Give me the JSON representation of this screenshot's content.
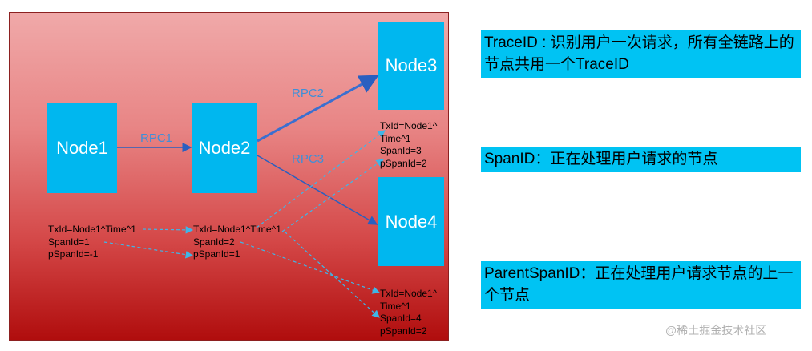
{
  "nodes": {
    "node1": "Node1",
    "node2": "Node2",
    "node3": "Node3",
    "node4": "Node4"
  },
  "edges": {
    "rpc1": "RPC1",
    "rpc2": "RPC2",
    "rpc3": "RPC3"
  },
  "span_node1": [
    "TxId=Node1^Time^1",
    "SpanId=1",
    "pSpanId=-1"
  ],
  "span_node2": [
    "TxId=Node1^Time^1",
    "SpanId=2",
    "pSpanId=1"
  ],
  "span_node3": [
    "TxId=Node1^",
    "Time^1",
    "SpanId=3",
    "pSpanId=2"
  ],
  "span_node4": [
    "TxId=Node1^",
    "Time^1",
    "SpanId=4",
    "pSpanId=2"
  ],
  "definitions": {
    "trace_id": "TraceID : 识别用户一次请求，所有全链路上的节点共用一个TraceID",
    "span_id": "SpanID：正在处理用户请求的节点",
    "parent_span_id": "ParentSpanID：正在处理用户请求节点的上一个节点"
  },
  "watermark": "@稀土掘金技术社区",
  "colors": {
    "node": "#00b7ef",
    "info_box": "#00c3f3",
    "rpc_label": "#3f8fd8",
    "arrow": "#2a5fc0",
    "dashed_arrow": "#3fb6e8"
  }
}
